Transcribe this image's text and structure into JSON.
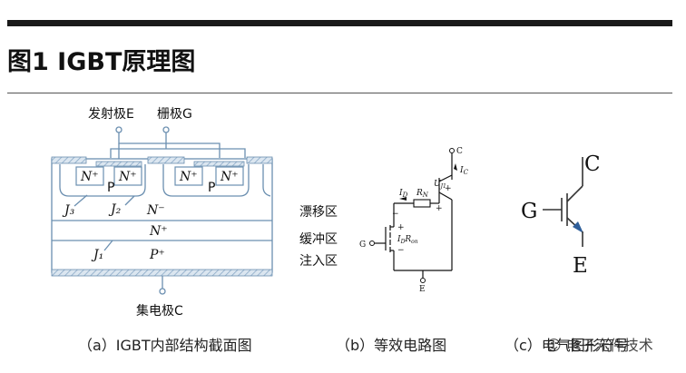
{
  "title": "图1 IGBT原理图",
  "panel_a": {
    "emitter_label": "发射极E",
    "gate_label": "栅极G",
    "collector_label": "集电极C",
    "n_plus": "N⁺",
    "p": "P",
    "n_minus": "N⁻",
    "n_buffer": "N⁺",
    "p_plus": "P⁺",
    "j1": "J₁",
    "j2": "J₂",
    "j3": "J₃",
    "caption": "（a）IGBT内部结构截面图"
  },
  "panel_b": {
    "drift_label": "漂移区",
    "buffer_label": "缓冲区",
    "inject_label": "注入区",
    "node_c": "C",
    "node_g": "G",
    "node_e": "E",
    "ic": "I",
    "ic_sub": "C",
    "id": "I",
    "id_sub": "D",
    "rn": "R",
    "rn_sub": "N",
    "uj": "U",
    "uj_sub": "J1",
    "idron": "I",
    "idron_mid": "D",
    "idron_r": "R",
    "idron_sub": "on",
    "plus": "+",
    "minus": "−",
    "caption": "（b）等效电路图"
  },
  "panel_c": {
    "c": "C",
    "g": "G",
    "e": "E",
    "caption": "（c）电气图形符号",
    "watermark": "☺ 电子元件技术"
  },
  "colors": {
    "hatch": "#8aa9c6",
    "stroke": "#6b8fb0",
    "arrow": "#2f5f9a"
  }
}
